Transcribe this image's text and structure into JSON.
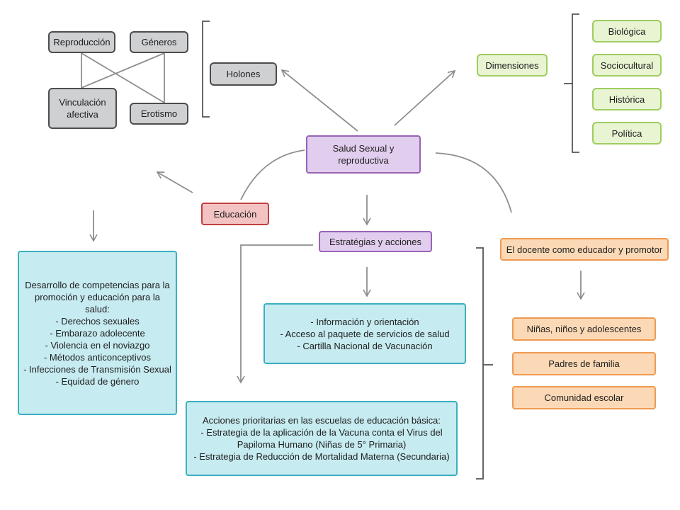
{
  "center": {
    "line1": "Salud Sexual y",
    "line2": "reproductiva"
  },
  "holones": {
    "label": "Holones",
    "items": [
      "Reproducción",
      "Géneros",
      "Vinculación afectiva",
      "Erotismo"
    ]
  },
  "dimensiones": {
    "label": "Dimensiones",
    "items": [
      "Biológica",
      "Sociocultural",
      "Histórica",
      "Política"
    ]
  },
  "educacion": {
    "label": "Educación",
    "detail": [
      "Desarrollo de competencias para la",
      "promoción y educación para la salud:",
      "- Derechos sexuales",
      "- Embarazo adolecente",
      "- Violencia en el noviazgo",
      "- Métodos anticonceptivos",
      "- Infecciones de Transmisión Sexual",
      "- Equidad de género"
    ]
  },
  "estrategias": {
    "label": "Estratégias y acciones",
    "servicios": [
      "- Información y orientación",
      "- Acceso al paquete de servicios de salud",
      "- Cartilla Nacional de Vacunación"
    ],
    "acciones": [
      "Acciones prioritarias en las escuelas de educación básica:",
      "- Estrategia de la aplicación de la Vacuna conta el Virus del",
      "Papiloma Humano (Niñas de 5° Primaria)",
      "- Estrategia de Reducción de Mortalidad Materna (Secundaria)"
    ]
  },
  "docente": {
    "label": "El docente como educador y promotor",
    "items": [
      "Niñas, niños y adolescentes",
      "Padres de familia",
      "Comunidad escolar"
    ]
  },
  "colors": {
    "gray_fill": "#cfd0d2",
    "green_border": "#9fcd5f",
    "purple_border": "#9a63b6",
    "red_border": "#c24040",
    "orange_border": "#ef9a52",
    "cyan_border": "#3bb0c0"
  }
}
